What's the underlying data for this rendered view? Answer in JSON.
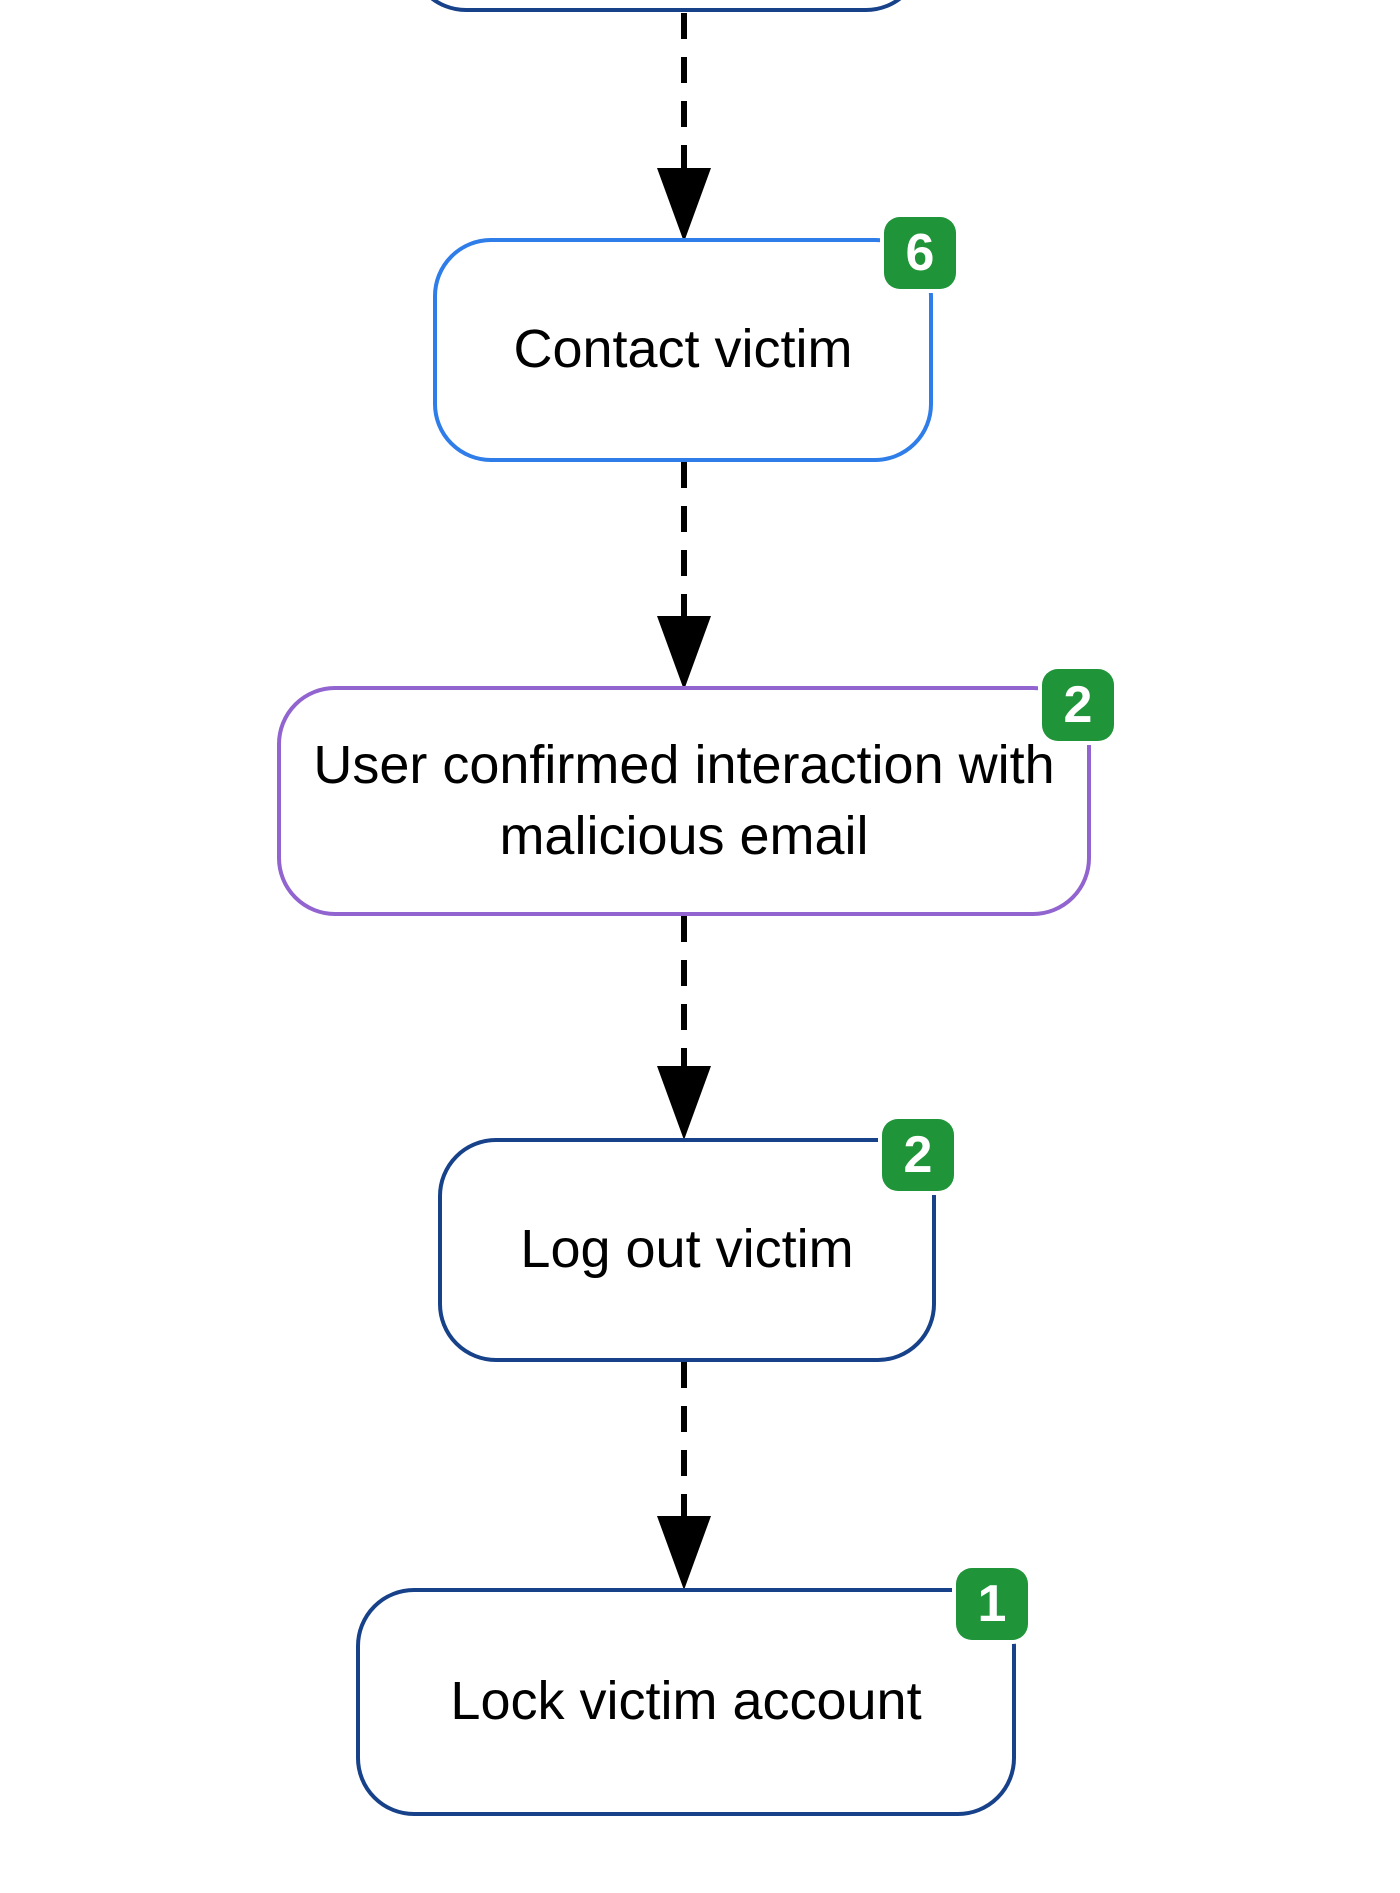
{
  "diagram": {
    "type": "flowchart",
    "background_color": "#ffffff",
    "text_color": "#000000",
    "badge_color": "#1f9439",
    "badge_text_color": "#ffffff",
    "connector": {
      "style": "dashed",
      "direction": "down",
      "color": "#000000",
      "count": 4
    },
    "nodes": [
      {
        "id": "truncated-top",
        "label": "",
        "border_color": "#17428a",
        "badge": ""
      },
      {
        "id": "contact-victim",
        "label": "Contact victim",
        "border_color": "#2e7de9",
        "badge": "6"
      },
      {
        "id": "user-confirmed-interaction",
        "label": "User confirmed interaction with malicious email",
        "border_color": "#9164cf",
        "badge": "2"
      },
      {
        "id": "log-out-victim",
        "label": "Log out victim",
        "border_color": "#17428a",
        "badge": "2"
      },
      {
        "id": "lock-victim-account",
        "label": "Lock victim account",
        "border_color": "#17428a",
        "badge": "1"
      }
    ]
  }
}
